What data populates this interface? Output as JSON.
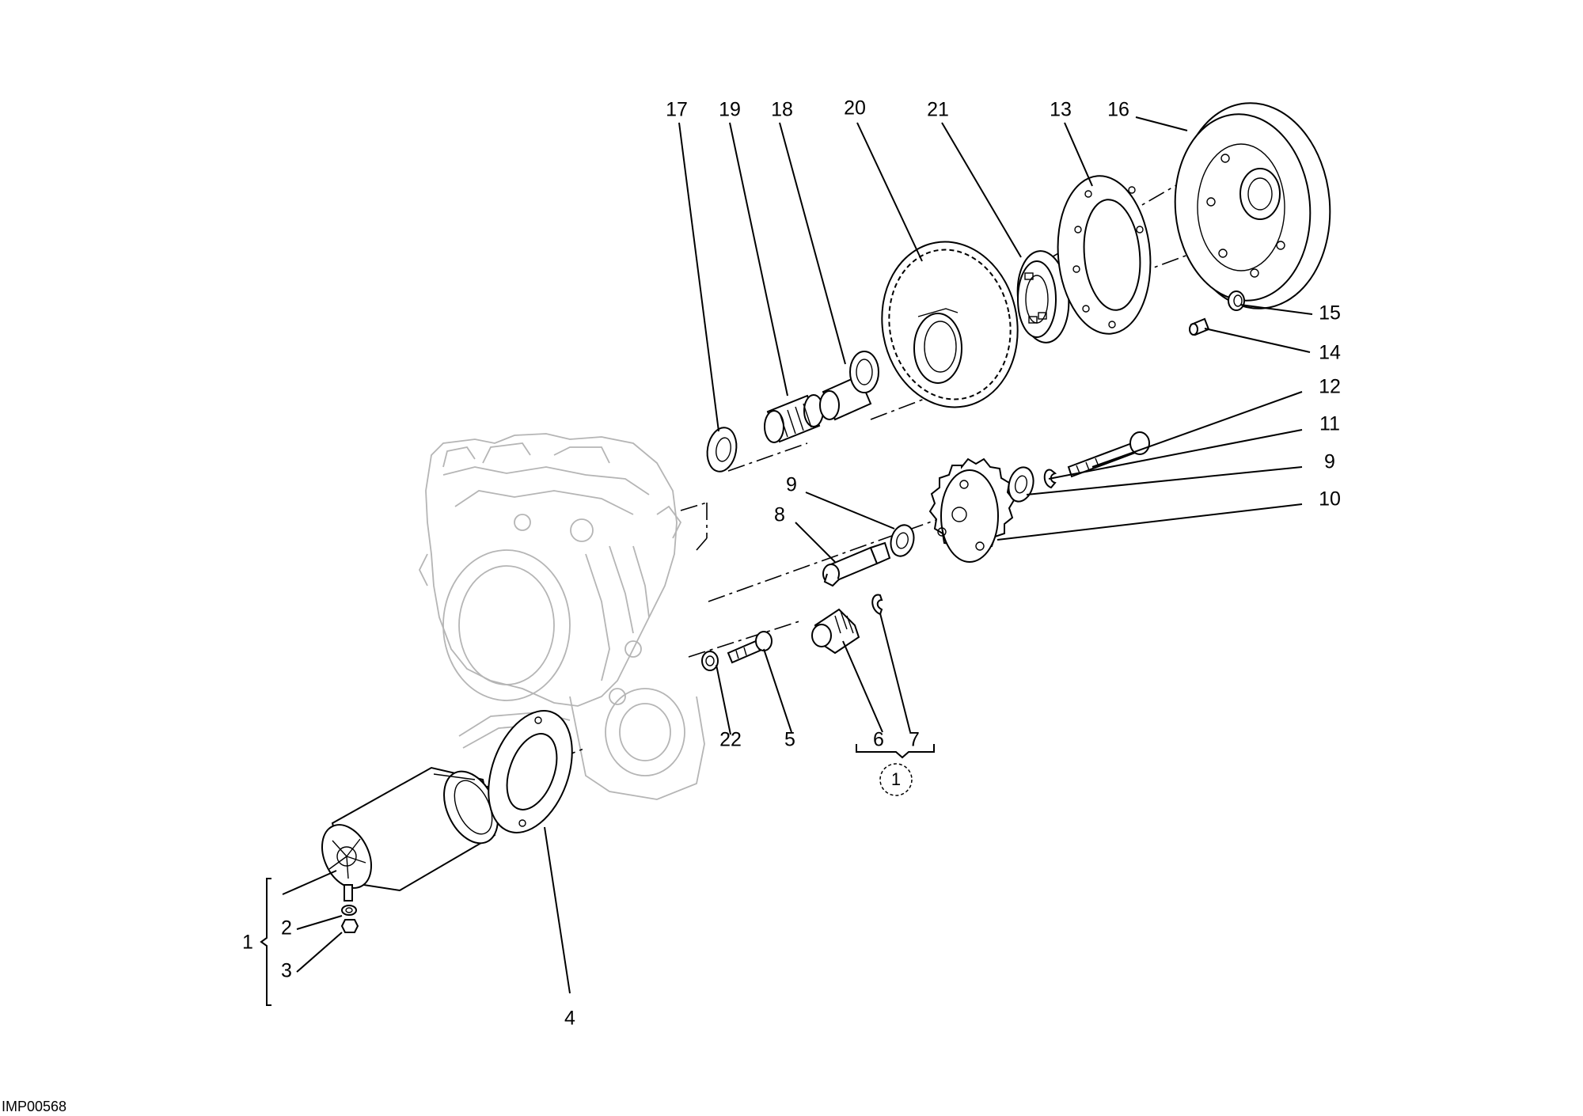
{
  "diagram": {
    "code": "IMP00568",
    "group_marker": "1",
    "callouts": [
      "17",
      "19",
      "18",
      "20",
      "21",
      "13",
      "16",
      "15",
      "14",
      "12",
      "11",
      "9",
      "10",
      "9",
      "8",
      "22",
      "5",
      "6",
      "7",
      "1",
      "2",
      "3",
      "4"
    ]
  }
}
